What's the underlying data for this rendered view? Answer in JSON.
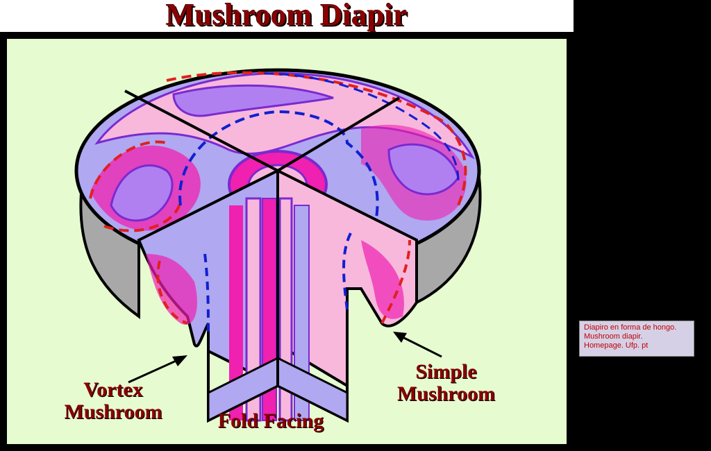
{
  "title": "Mushroom Diapir",
  "labels": {
    "vortex": [
      "Vortex",
      "Mushroom"
    ],
    "fold": "Fold Facing",
    "simple": [
      "Simple",
      "Mushroom"
    ]
  },
  "caption": {
    "line1": "Diapiro en forma de hongo.",
    "line2": "Mushroom diapir.",
    "line3": "Homepage. Ufp. pt"
  },
  "colors": {
    "background_panel": "#e6fbd0",
    "pink_light": "#f7b8dc",
    "magenta": "#f020b0",
    "lavender": "#b0a8f0",
    "purple": "#7a2ad0",
    "gray_side": "#a8a8a8",
    "red_dash": "#e02020",
    "blue_dash": "#1020d0"
  }
}
